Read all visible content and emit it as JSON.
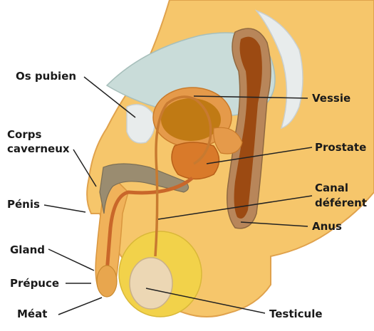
{
  "labels": {
    "os_pubien": "Os pubien",
    "corps_caverneux_line1": "Corps",
    "corps_caverneux_line2": "caverneux",
    "penis": "Pénis",
    "gland": "Gland",
    "prepuce": "Prépuce",
    "meat": "Méat",
    "vessie": "Vessie",
    "prostate": "Prostate",
    "canal_deferent_line1": "Canal",
    "canal_deferent_line2": "déférent",
    "anus": "Anus",
    "testicule": "Testicule"
  },
  "colors": {
    "skin": "#f6c66b",
    "skin_dark": "#e8a64e",
    "pelvic_cavity": "#c9dcd9",
    "bladder_outer": "#e59a4a",
    "bladder_inner": "#c07a14",
    "prostate": "#d97a2a",
    "rectum": "#9c4a12",
    "rectum_wall": "#b8865a",
    "bone": "#e8ecec",
    "erectile": "#9a8c70",
    "testis": "#ecd7b4",
    "scrotum": "#f2d24a"
  }
}
